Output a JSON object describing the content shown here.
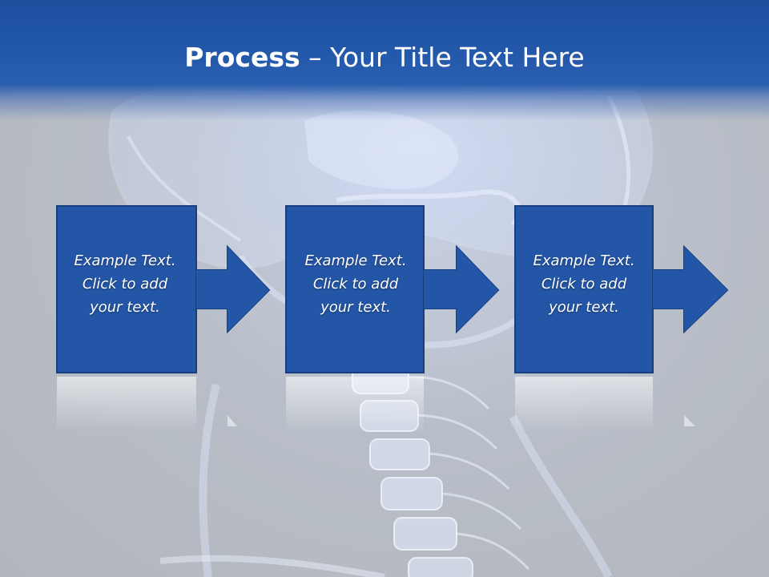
{
  "slide": {
    "title_bold": "Process",
    "title_rest": " – Your Title Text Here",
    "background_image": "skeleton-neck-xray",
    "steps": [
      {
        "lines": [
          "Example Text.",
          "Click  to add",
          "your text."
        ]
      },
      {
        "lines": [
          "Example Text.",
          "Click  to add",
          "your text."
        ]
      },
      {
        "lines": [
          "Example Text.",
          "Click  to add",
          "your text."
        ]
      }
    ]
  },
  "colors": {
    "header": "#2358ab",
    "box_fill": "#2456a8",
    "box_border": "#173f80",
    "background": "#b8bdc6"
  }
}
